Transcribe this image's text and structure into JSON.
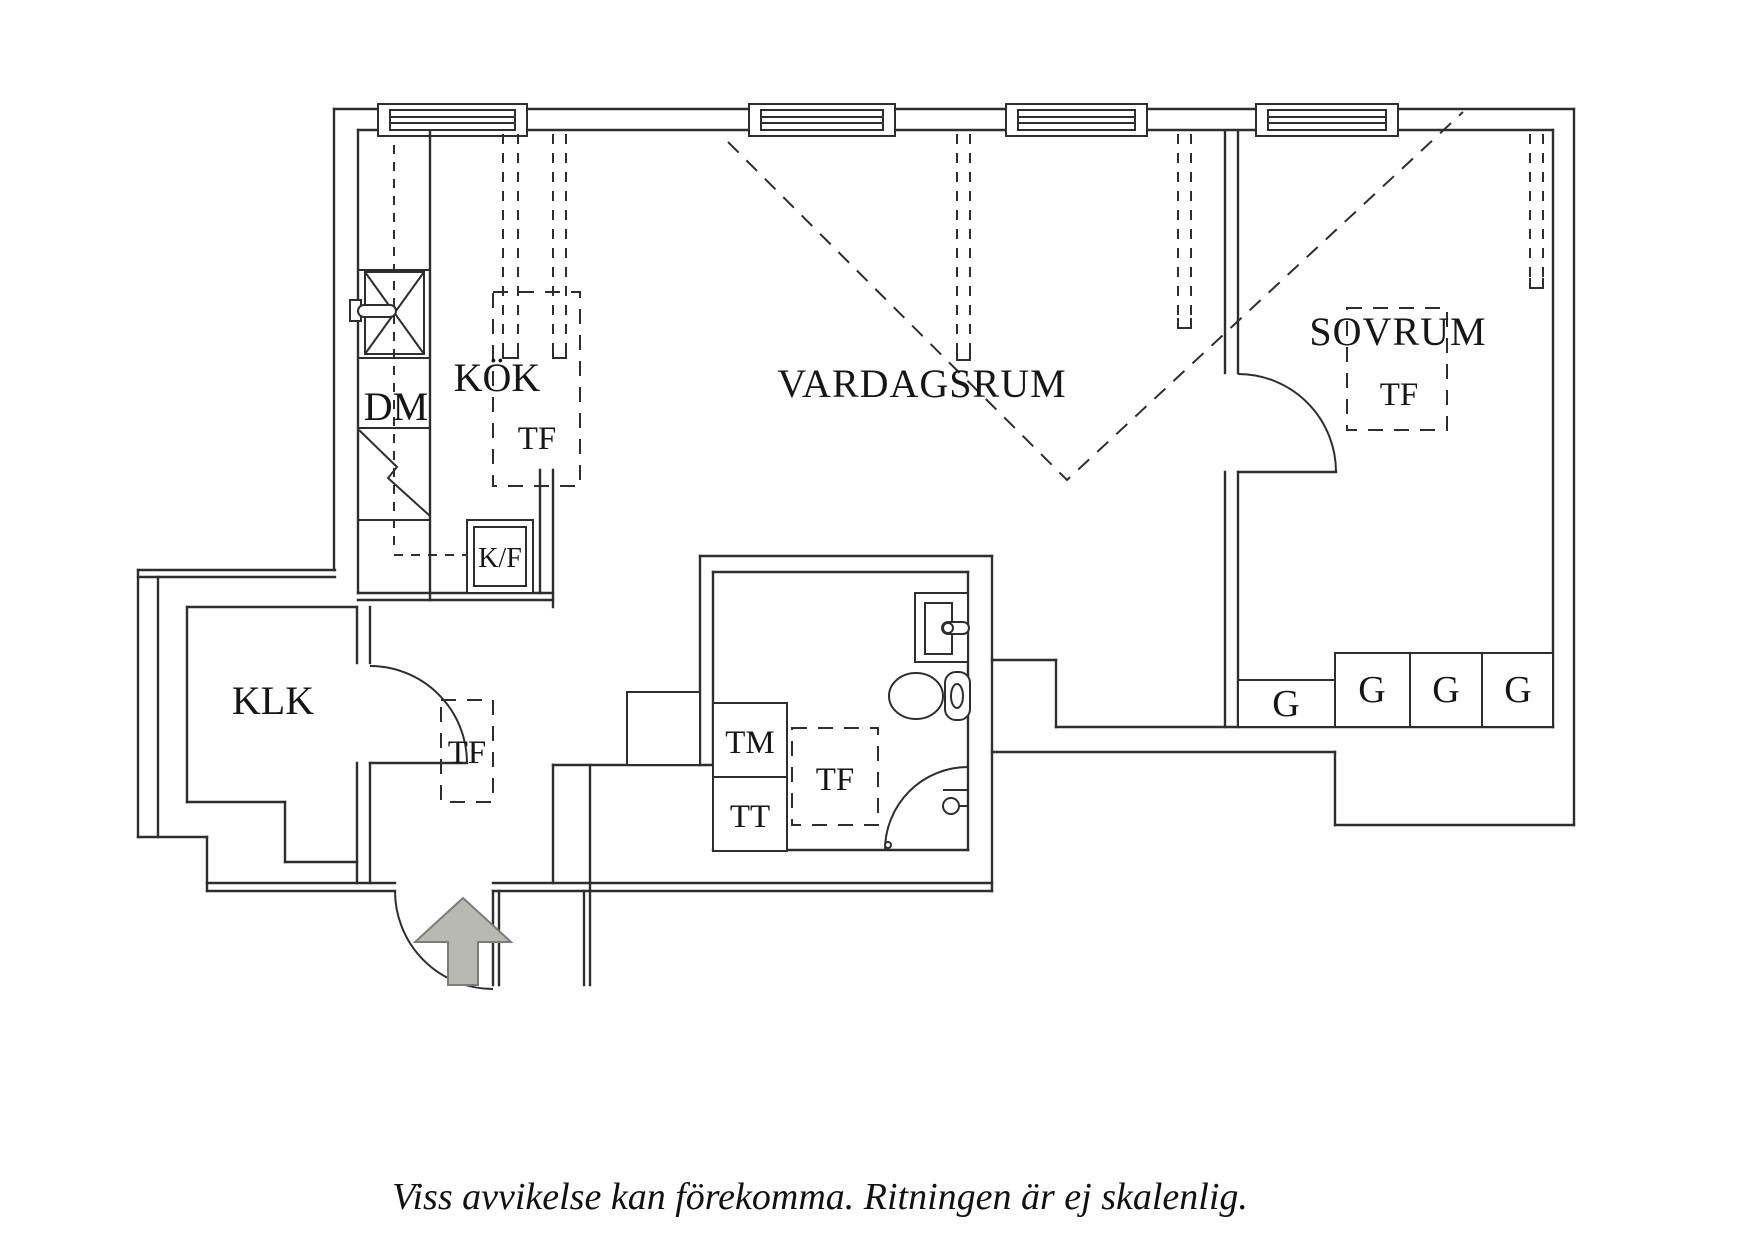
{
  "caption": {
    "text": "Viss avvikelse kan förekomma. Ritningen är ej skalenlig."
  },
  "rooms": {
    "kitchen": {
      "label": "KÖK",
      "skylight": "TF"
    },
    "living": {
      "label": "VARDAGSRUM"
    },
    "bedroom": {
      "label": "SOVRUM",
      "skylight": "TF"
    },
    "closet": {
      "label": "KLK"
    },
    "hall": {
      "skylight": "TF"
    },
    "bathroom": {
      "skylight": "TF",
      "washing_machine": "TM",
      "dryer": "TT"
    }
  },
  "appliances": {
    "dishwasher": "DM",
    "fridge_freezer": "K/F"
  },
  "wardrobes": [
    "G",
    "G",
    "G",
    "G"
  ],
  "colors": {
    "line": "#2e2e2e",
    "background": "#ffffff",
    "arrow_fill": "#b9b9b4",
    "arrow_stroke": "#7c7c78"
  }
}
